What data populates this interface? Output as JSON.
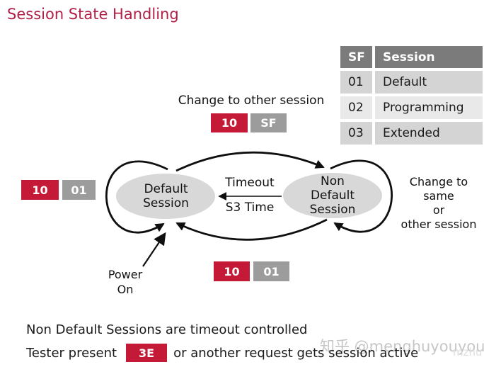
{
  "title": "Session State Handling",
  "table": {
    "headers": [
      "SF",
      "Session"
    ],
    "rows": [
      [
        "01",
        "Default"
      ],
      [
        "02",
        "Programming"
      ],
      [
        "03",
        "Extended"
      ]
    ]
  },
  "diagram": {
    "left_state": {
      "line1": "Default",
      "line2": "Session"
    },
    "right_state": {
      "line1": "Non",
      "line2": "Default",
      "line3": "Session"
    },
    "timeout_label": "Timeout",
    "s3_label": "S3 Time",
    "change_other_label": "Change to other session",
    "change_same_lines": [
      "Change to",
      "same",
      "or",
      "other session"
    ],
    "power_lines": [
      "Power",
      "On"
    ],
    "badges": {
      "top": {
        "red": "10",
        "gray": "SF"
      },
      "left": {
        "red": "10",
        "gray": "01"
      },
      "bottom": {
        "red": "10",
        "gray": "01"
      }
    }
  },
  "footer": {
    "line1": "Non Default Sessions are timeout controlled",
    "line2_prefix": "Tester present",
    "line2_badge": "3E",
    "line2_suffix": "or another request gets session active"
  },
  "watermark": {
    "text": "知乎 @menghuyouyou",
    "fragment": "mzhu"
  },
  "colors": {
    "title_red": "#b02048",
    "badge_red": "#c41a37",
    "badge_gray": "#9c9c9c",
    "table_header_gray": "#7b7b7b",
    "table_row_a": "#d4d4d4",
    "table_row_b": "#e9e9e9",
    "ellipse_gray": "#d8d8d8"
  }
}
